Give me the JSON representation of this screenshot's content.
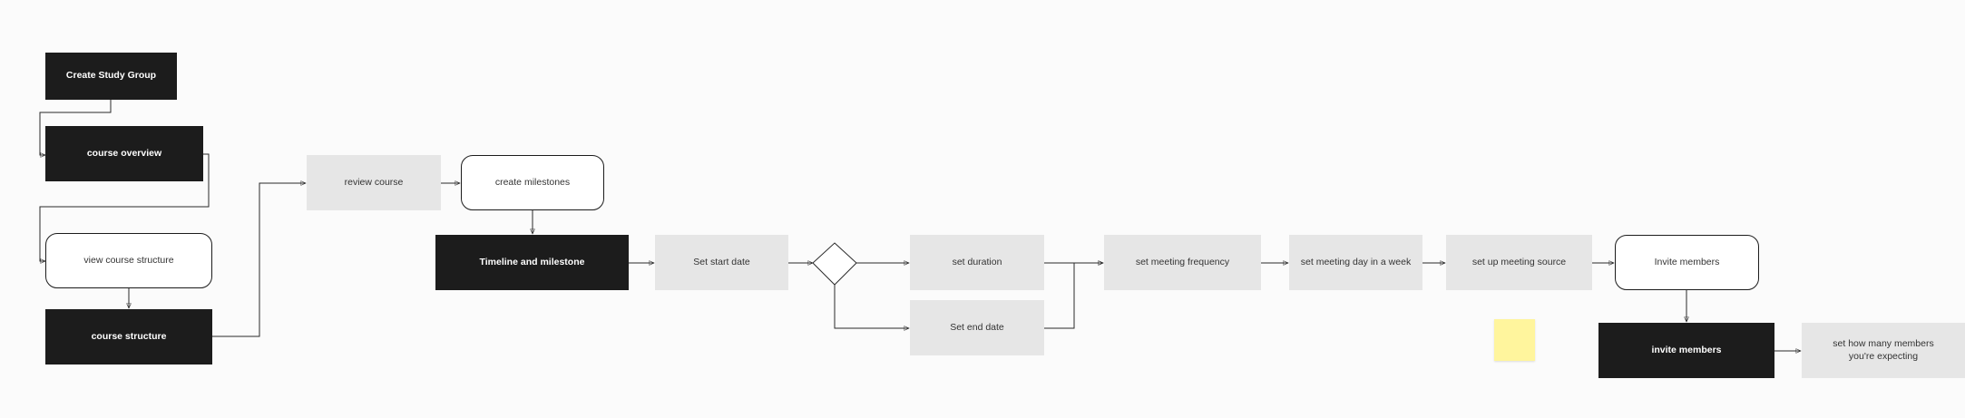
{
  "nodes": {
    "create_study_group": "Create Study Group",
    "course_overview": "course overview",
    "view_course_structure": "view course structure",
    "course_structure": "course structure",
    "review_course": "review course",
    "create_milestones": "create milestones",
    "timeline_and_milestone": "Timeline and milestone",
    "set_start_date": "Set start date",
    "set_duration": "set duration",
    "set_end_date": "Set end date",
    "set_meeting_frequency": "set meeting frequency",
    "set_meeting_day": "set meeting day in a week",
    "set_up_meeting_source": "set up meeting source",
    "invite_members_outline": "Invite members",
    "invite_members": "invite members",
    "set_members_expected": "set how many members you're expecting"
  },
  "sticky_note": {
    "text": "",
    "color": "#fff59d"
  },
  "colors": {
    "dark_node": "#1c1c1c",
    "grey_node": "#e6e6e6",
    "background": "#fbfbfb"
  }
}
